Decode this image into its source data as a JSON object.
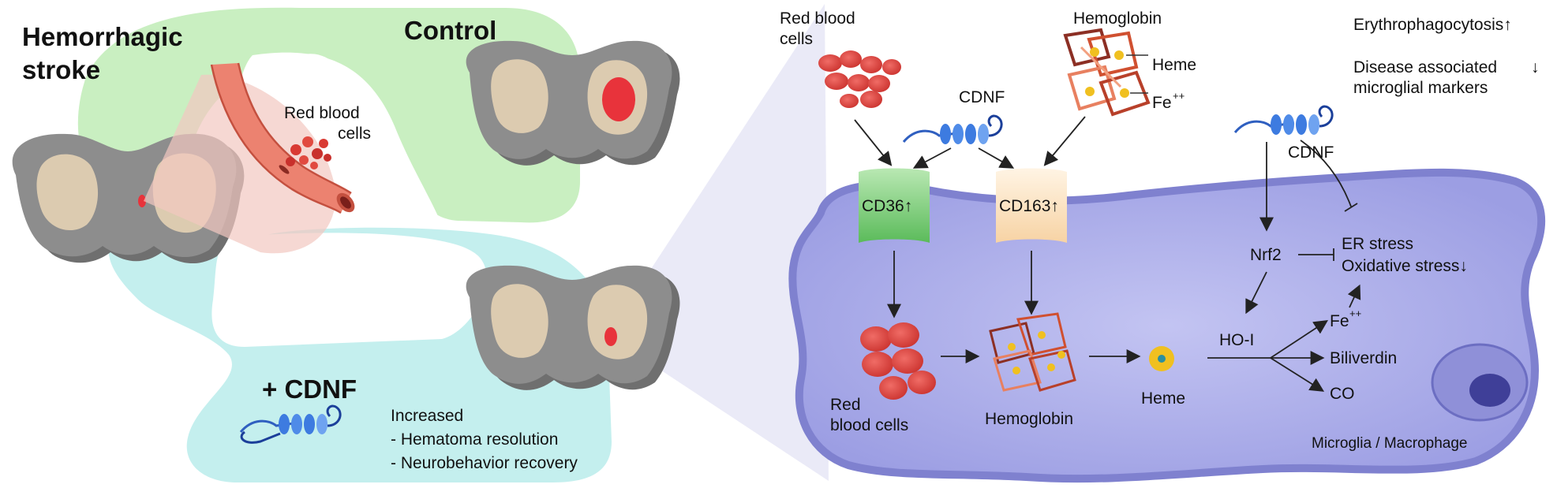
{
  "stroke_panel": {
    "title_line1": "Hemorrhagic",
    "title_line2": "stroke",
    "control_label": "Control",
    "cdnf_label": "+ CDNF",
    "vessel_rbc_label_line1": "Red blood",
    "vessel_rbc_label_line2": "cells",
    "outcomes": [
      "Increased",
      "- Hematoma resolution",
      "- Neurobehavior recovery"
    ]
  },
  "mechanism_panel": {
    "rbc_top_line1": "Red blood",
    "rbc_top_line2": "cells",
    "hemoglobin_top": "Hemoglobin",
    "heme_label": "Heme",
    "fe_label": "Fe",
    "fe_superscript": "++",
    "cdnf_left": "CDNF",
    "cd36_label": "CD36↑",
    "cd163_label": "CD163↑",
    "rbc_inside_line1": "Red",
    "rbc_inside_line2": "blood cells",
    "hemoglobin_inside": "Hemoglobin",
    "heme_inside": "Heme",
    "cdnf_right": "CDNF",
    "nrf2": "Nrf2",
    "er_stress": "ER stress",
    "oxidative_stress": "Oxidative stress↓",
    "ho1": "HO-I",
    "fe_product": "Fe",
    "fe_product_superscript": "++",
    "biliverdin": "Biliverdin",
    "co": "CO",
    "cell_type": "Microglia / Macrophage",
    "effect1": "Erythrophagocytosis↑",
    "effect2_line1": "Disease associated",
    "effect2_arrow": "↓",
    "effect2_line2": "microglial markers"
  },
  "colors": {
    "control_bg": "#c9efc1",
    "cdnf_bg": "#c4efee",
    "cell_fill": "#a7a8e6",
    "cell_border": "#7f81cf",
    "brain_gray": "#8d8d8d",
    "brain_tissue": "#dccbb0",
    "hemorrhage": "#e8333b",
    "cd36_green": "#7dcf7a",
    "cd163_cream": "#fde4c2",
    "protein_blue": "#2f5fc0"
  }
}
